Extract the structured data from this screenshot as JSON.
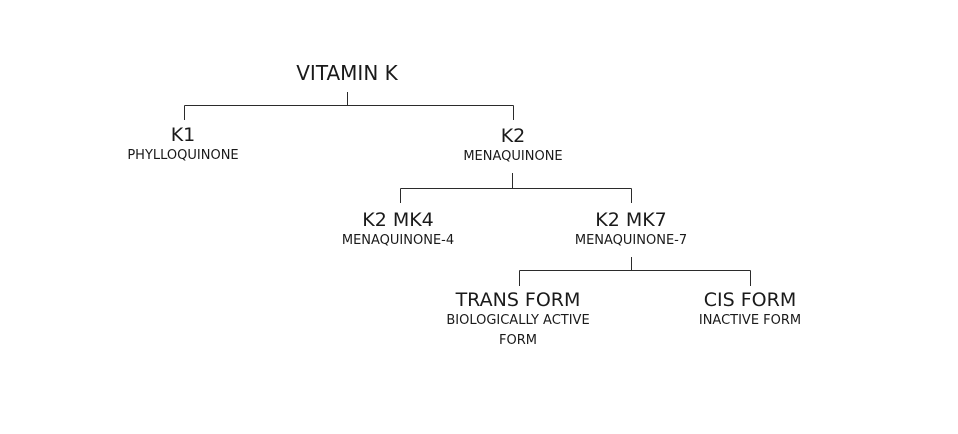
{
  "tree": {
    "root": {
      "title": "VITAMIN K"
    },
    "k1": {
      "title": "K1",
      "subtitle": "PHYLLOQUINONE"
    },
    "k2": {
      "title": "K2",
      "subtitle": "MENAQUINONE"
    },
    "mk4": {
      "title": "K2 MK4",
      "subtitle": "MENAQUINONE-4"
    },
    "mk7": {
      "title": "K2 MK7",
      "subtitle": "MENAQUINONE-7"
    },
    "trans": {
      "title": "TRANS FORM",
      "subtitle_line1": "BIOLOGICALLY ACTIVE",
      "subtitle_line2": "FORM"
    },
    "cis": {
      "title": "CIS FORM",
      "subtitle": "INACTIVE FORM"
    }
  }
}
